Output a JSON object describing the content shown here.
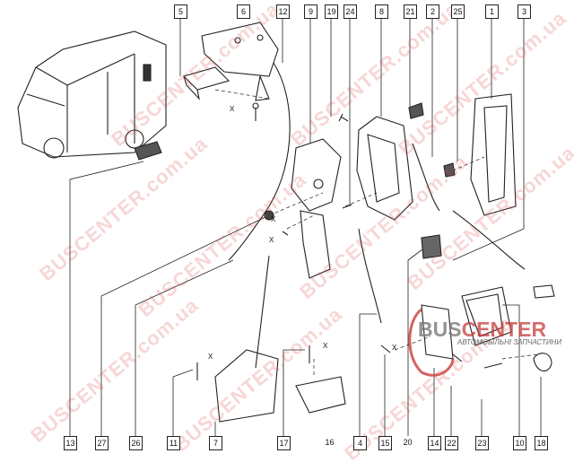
{
  "diagram": {
    "top_labels": [
      "5",
      "6",
      "12",
      "9",
      "19",
      "24",
      "8",
      "21",
      "2",
      "25",
      "1",
      "3"
    ],
    "bottom_labels": [
      "13",
      "27",
      "26",
      "11",
      "7",
      "17",
      "16",
      "4",
      "15",
      "20",
      "14",
      "22",
      "23",
      "10",
      "18"
    ],
    "annotations": [
      "X",
      "X",
      "X",
      "X",
      "X",
      "X"
    ]
  },
  "watermark": {
    "text": "BUSCENTER.com.ua",
    "logo_name_prefix": "BUS",
    "logo_name_suffix": "CENTER",
    "logo_tagline": "АВТОМОБІЛЬНІ ЗАПЧАСТИНИ"
  }
}
